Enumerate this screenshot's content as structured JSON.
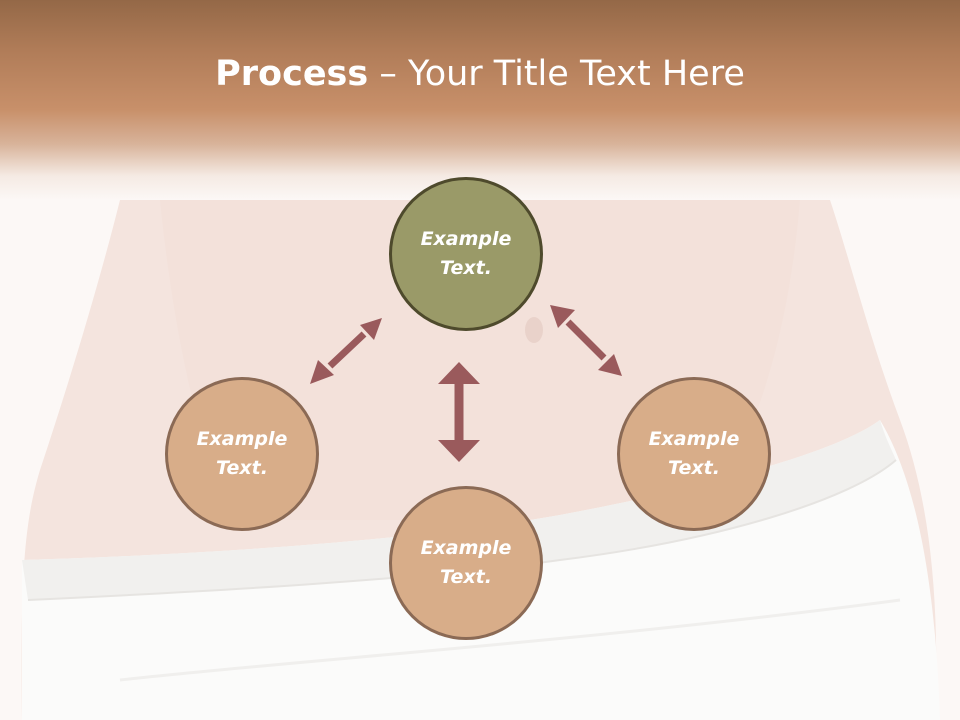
{
  "title": {
    "bold": "Process",
    "rest": " – Your Title Text Here"
  },
  "nodes": {
    "top": "Example Text.",
    "left": "Example Text.",
    "right": "Example Text.",
    "bottom": "Example Text."
  },
  "colors": {
    "header_band": "#c8906a",
    "node_top_fill": "#9a9a68",
    "node_top_border": "#4e4a2c",
    "node_fill": "#d8ad89",
    "node_border": "#8b6a55",
    "arrow": "#9a5a5c"
  }
}
